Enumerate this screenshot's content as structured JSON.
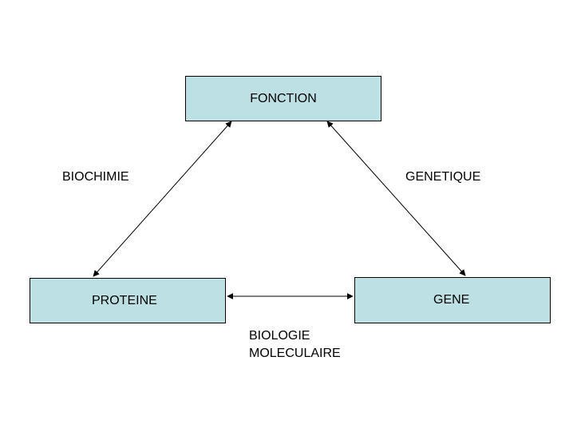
{
  "nodes": {
    "fonction": {
      "label": "FONCTION"
    },
    "proteine": {
      "label": "PROTEINE"
    },
    "gene": {
      "label": "GENE"
    }
  },
  "edges": {
    "biochimie": {
      "label": "BIOCHIMIE",
      "from": "proteine",
      "to": "fonction",
      "direction": "both"
    },
    "genetique": {
      "label": "GENETIQUE",
      "from": "gene",
      "to": "fonction",
      "direction": "both"
    },
    "biologie_moleculaire": {
      "label_line1": "BIOLOGIE",
      "label_line2": "MOLECULAIRE",
      "from": "proteine",
      "to": "gene",
      "direction": "both"
    }
  },
  "colors": {
    "box_fill": "#bde0e4",
    "box_border": "#000000",
    "arrow": "#000000",
    "text": "#000000",
    "background": "#ffffff"
  }
}
